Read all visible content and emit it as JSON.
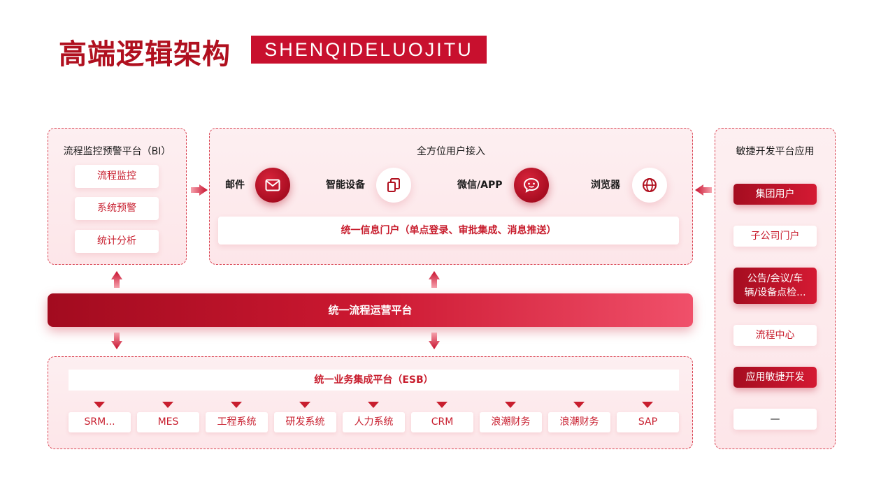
{
  "title": {
    "main": "高端逻辑架构",
    "tag": "SHENQIDELUOJITU"
  },
  "bi_panel": {
    "title": "流程监控预警平台（BI）",
    "items": [
      "流程监控",
      "系统预警",
      "统计分析"
    ]
  },
  "access_panel": {
    "title": "全方位用户接入",
    "channels": [
      {
        "label": "邮件",
        "icon": "mail-icon",
        "style": "red"
      },
      {
        "label": "智能设备",
        "icon": "device-icon",
        "style": "white"
      },
      {
        "label": "微信/APP",
        "icon": "chat-icon",
        "style": "red"
      },
      {
        "label": "浏览器",
        "icon": "globe-icon",
        "style": "white"
      }
    ],
    "portal": "统一信息门户（单点登录、审批集成、消息推送）"
  },
  "agile_panel": {
    "title": "敏捷开发平台应用",
    "items": [
      {
        "label": "集团用户",
        "style": "red"
      },
      {
        "label": "子公司门户",
        "style": "white"
      },
      {
        "label": "公告/会议/车辆/设备点检...",
        "line1": "公告/会议/车",
        "line2": "辆/设备点检...",
        "style": "red"
      },
      {
        "label": "流程中心",
        "style": "white"
      },
      {
        "label": "应用敏捷开发",
        "style": "red"
      },
      {
        "label": "—",
        "style": "white"
      }
    ]
  },
  "platform": "统一流程运营平台",
  "esb_panel": {
    "title": "统一业务集成平台（ESB）",
    "systems": [
      "SRM...",
      "MES",
      "工程系统",
      "研发系统",
      "人力系统",
      "CRM",
      "浪潮财务",
      "浪潮财务",
      "SAP"
    ]
  },
  "colors": {
    "accent": "#c8102e",
    "panel_bg": "#fdeff1",
    "dashed_border": "#d9404f"
  }
}
